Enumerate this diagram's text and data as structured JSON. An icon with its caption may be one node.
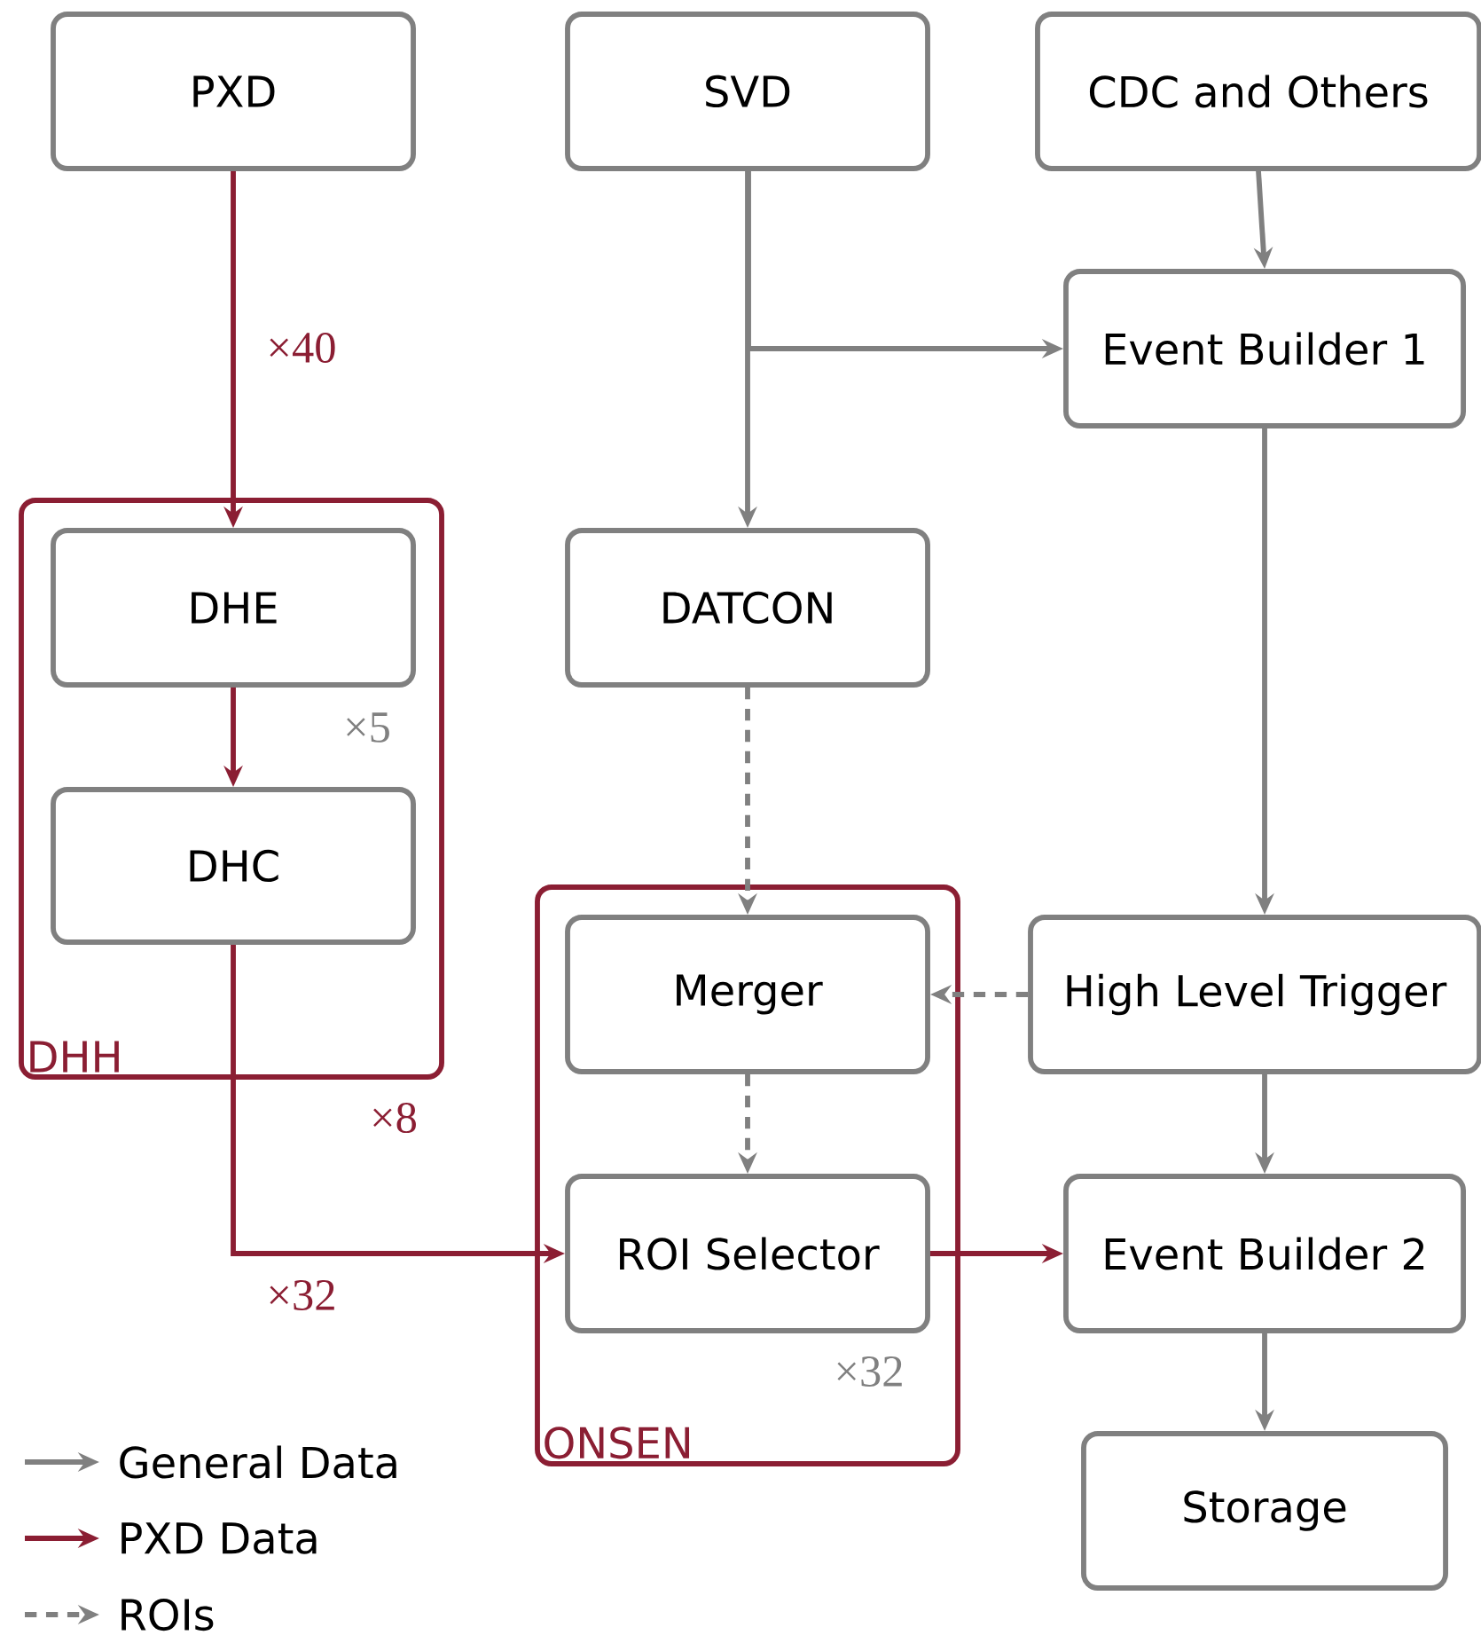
{
  "diagram": {
    "nodes": [
      {
        "text": [
          "PXD"
        ]
      },
      {
        "text": [
          "SVD"
        ]
      },
      {
        "text": [
          "CDC and Others"
        ]
      },
      {
        "text": [
          "Event Builder 1"
        ]
      },
      {
        "text": [
          "DHH"
        ],
        "beside": [
          "×8"
        ]
      },
      {
        "text": [
          "DHE"
        ],
        "in": 4,
        "beside": [
          "×5"
        ]
      },
      {
        "text": [
          "DHC"
        ],
        "in": 4
      },
      {
        "text": [
          "DATCON"
        ]
      },
      {
        "text": [
          "ONSEN"
        ]
      },
      {
        "text": [
          "Merger"
        ],
        "in": 8
      },
      {
        "text": [
          "ROI Selector"
        ],
        "in": 8,
        "beside": [
          "×32"
        ]
      },
      {
        "text": [
          "High Level Trigger"
        ]
      },
      {
        "text": [
          "Event Builder 2"
        ]
      },
      {
        "text": [
          "Storage"
        ]
      }
    ],
    "edges": [
      {
        "from": 0,
        "to": 5,
        "arrow": "to",
        "color": "#8b1e33",
        "label": "×40"
      },
      {
        "from": 5,
        "to": 6,
        "arrow": "to",
        "color": "#8b1e33"
      },
      {
        "from": 6,
        "to": 10,
        "arrow": "to",
        "color": "#8b1e33",
        "label": "×32"
      },
      {
        "from": 1,
        "to": 7,
        "arrow": "to"
      },
      {
        "from": 1,
        "to": 3,
        "arrow": "to"
      },
      {
        "from": 2,
        "to": 3,
        "arrow": "to"
      },
      {
        "from": 3,
        "to": 11,
        "arrow": "to"
      },
      {
        "from": 7,
        "to": 9,
        "arrow": "to",
        "style": "dashed"
      },
      {
        "from": 11,
        "to": 9,
        "arrow": "to",
        "style": "dashed"
      },
      {
        "from": 9,
        "to": 10,
        "arrow": "to",
        "style": "dashed"
      },
      {
        "from": 10,
        "to": 12,
        "arrow": "to",
        "color": "#8b1e33"
      },
      {
        "from": 11,
        "to": 12,
        "arrow": "to"
      },
      {
        "from": 12,
        "to": 13,
        "arrow": "to"
      }
    ],
    "legend": [
      {
        "text": "General Data"
      },
      {
        "text": "PXD Data"
      },
      {
        "text": "ROIs"
      }
    ]
  }
}
